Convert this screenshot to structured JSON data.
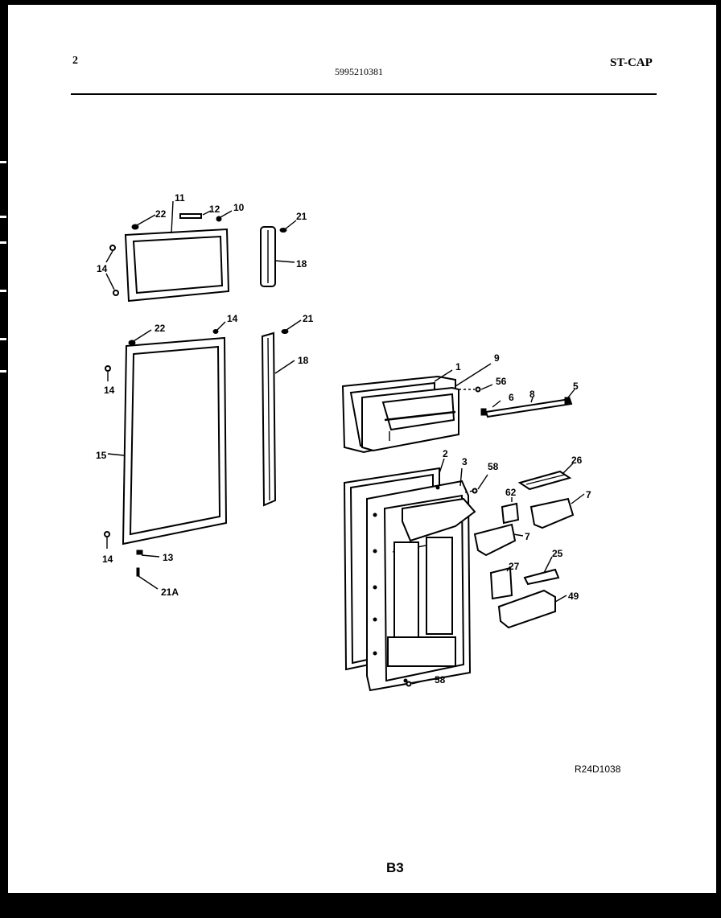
{
  "header": {
    "page_number": "2",
    "part_number": "5995210381",
    "model_code": "ST-CAP"
  },
  "footer": {
    "reference_code": "R24D1038",
    "sheet_id": "B3"
  },
  "callouts": {
    "c11": "11",
    "c12": "12",
    "c10": "10",
    "c22a": "22",
    "c14a": "14",
    "c21a": "21",
    "c18a": "18",
    "c22b": "22",
    "c14b": "14",
    "c21b": "21",
    "c18b": "18",
    "c14c": "14",
    "c15": "15",
    "c14d": "14",
    "c13": "13",
    "c21A": "21A",
    "c1": "1",
    "c9": "9",
    "c56": "56",
    "c5": "5",
    "c6": "6",
    "c8": "8",
    "c2": "2",
    "c3": "3",
    "c58a": "58",
    "c26": "26",
    "c62": "62",
    "c7a": "7",
    "c7b": "7",
    "c27": "27",
    "c25": "25",
    "c49": "49",
    "c58b": "58"
  }
}
